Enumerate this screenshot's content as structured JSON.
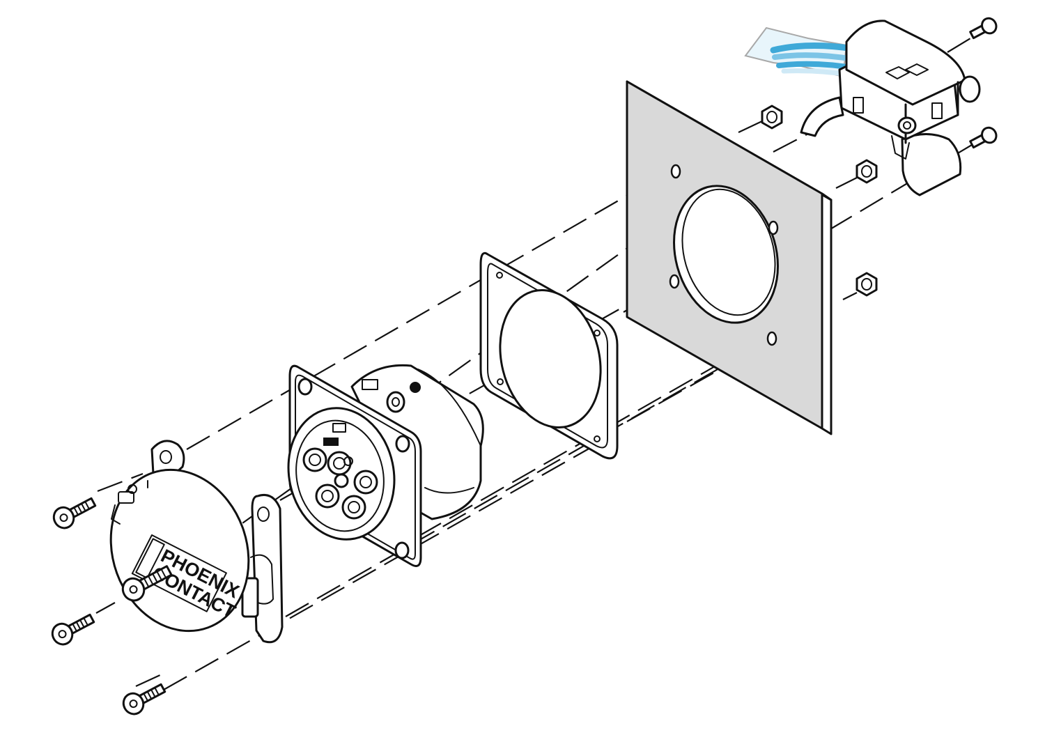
{
  "diagram": {
    "brand_logo": {
      "line1": "PHOENIX",
      "line2": "CONTACT"
    },
    "colors": {
      "mounting_plate": "#d9d9d9",
      "cable_blue": "#3fa9d8",
      "cable_light": "#cfe9f6",
      "line": "#111111",
      "background": "#ffffff"
    },
    "parts": [
      {
        "id": "screws-front",
        "count": 4
      },
      {
        "id": "hinged-cap"
      },
      {
        "id": "charging-socket",
        "contacts": 7
      },
      {
        "id": "gasket"
      },
      {
        "id": "mounting-plate",
        "holes": 4
      },
      {
        "id": "hex-nuts",
        "count": 3
      },
      {
        "id": "rear-screws",
        "count": 2
      },
      {
        "id": "rear-housing"
      }
    ]
  }
}
